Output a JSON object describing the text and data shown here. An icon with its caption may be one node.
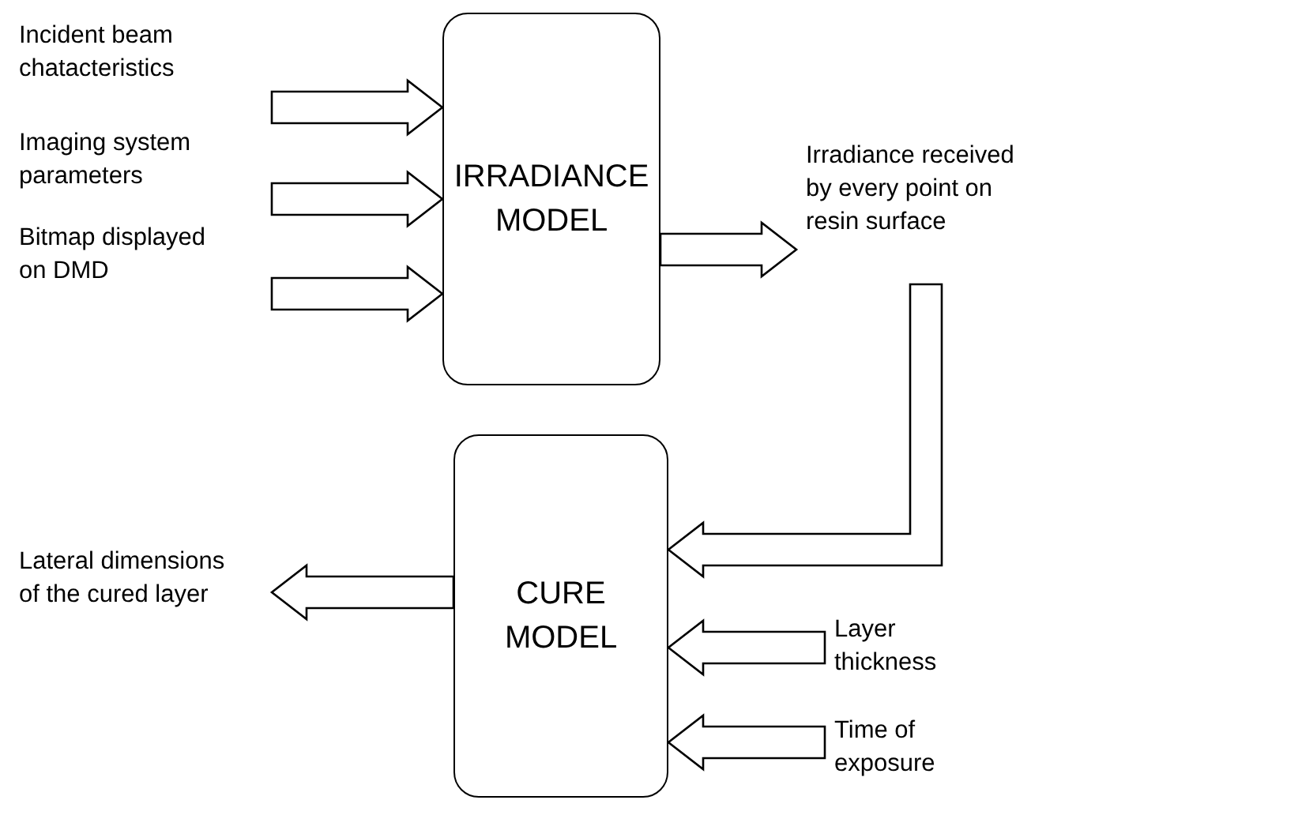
{
  "diagram": {
    "nodes": [
      {
        "text": [
          "Incident beam chatacteristics"
        ]
      },
      {
        "text": [
          "Imaging system parameters"
        ]
      },
      {
        "text": [
          "Bitmap displayed on DMD"
        ]
      },
      {
        "text": [
          "IRRADIANCE MODEL"
        ]
      },
      {
        "text": [
          "Irradiance received by every point on resin surface"
        ]
      },
      {
        "text": [
          "CURE MODEL"
        ]
      },
      {
        "text": [
          "Lateral dimensions of the cured layer"
        ]
      },
      {
        "text": [
          "Layer thickness"
        ]
      },
      {
        "text": [
          "Time of exposure"
        ]
      }
    ],
    "edges": [
      {
        "from": 0,
        "to": 3,
        "arrow": "to"
      },
      {
        "from": 1,
        "to": 3,
        "arrow": "to"
      },
      {
        "from": 2,
        "to": 3,
        "arrow": "to"
      },
      {
        "from": 3,
        "to": 4,
        "arrow": "to"
      },
      {
        "from": 4,
        "to": 5,
        "arrow": "to"
      },
      {
        "from": 7,
        "to": 5,
        "arrow": "to"
      },
      {
        "from": 8,
        "to": 5,
        "arrow": "to"
      },
      {
        "from": 5,
        "to": 6,
        "arrow": "to"
      }
    ]
  }
}
